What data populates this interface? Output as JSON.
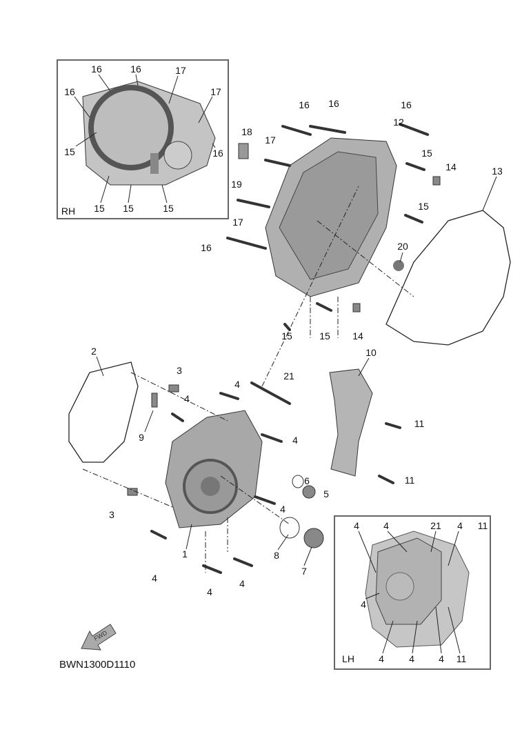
{
  "diagram_code": "BWN1300D1110",
  "fwd_label": "FWD",
  "rh_inset": {
    "label": "RH",
    "callouts": [
      "16",
      "16",
      "17",
      "16",
      "17",
      "15",
      "16",
      "15",
      "15",
      "15"
    ]
  },
  "lh_inset": {
    "label": "LH",
    "callouts": [
      "4",
      "4",
      "21",
      "4",
      "11",
      "4",
      "4",
      "4",
      "4",
      "11"
    ]
  },
  "upper_callouts": [
    "16",
    "16",
    "16",
    "12",
    "18",
    "17",
    "15",
    "14",
    "13",
    "19",
    "15",
    "17",
    "16",
    "20",
    "15",
    "15",
    "14"
  ],
  "lower_callouts": [
    "2",
    "10",
    "3",
    "21",
    "4",
    "4",
    "9",
    "11",
    "4",
    "6",
    "5",
    "11",
    "3",
    "4",
    "1",
    "8",
    "7",
    "4",
    "4",
    "4"
  ],
  "colors": {
    "part_fill": "#b8b8b8",
    "part_dark": "#7a7a7a",
    "line": "#222222"
  }
}
